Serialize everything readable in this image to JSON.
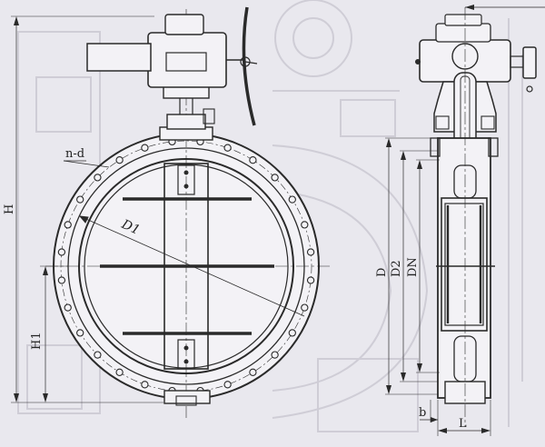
{
  "labels": {
    "n_d": "n-d",
    "d1": "D1",
    "h": "H",
    "h1": "H1",
    "d": "D",
    "d2": "D2",
    "dn": "DN",
    "b": "b",
    "l": "L"
  },
  "colors": {
    "background": "#e9e8ee",
    "line": "#2a2a2a",
    "ghost": "#cfcdd6",
    "fill": "#f3f2f6"
  }
}
